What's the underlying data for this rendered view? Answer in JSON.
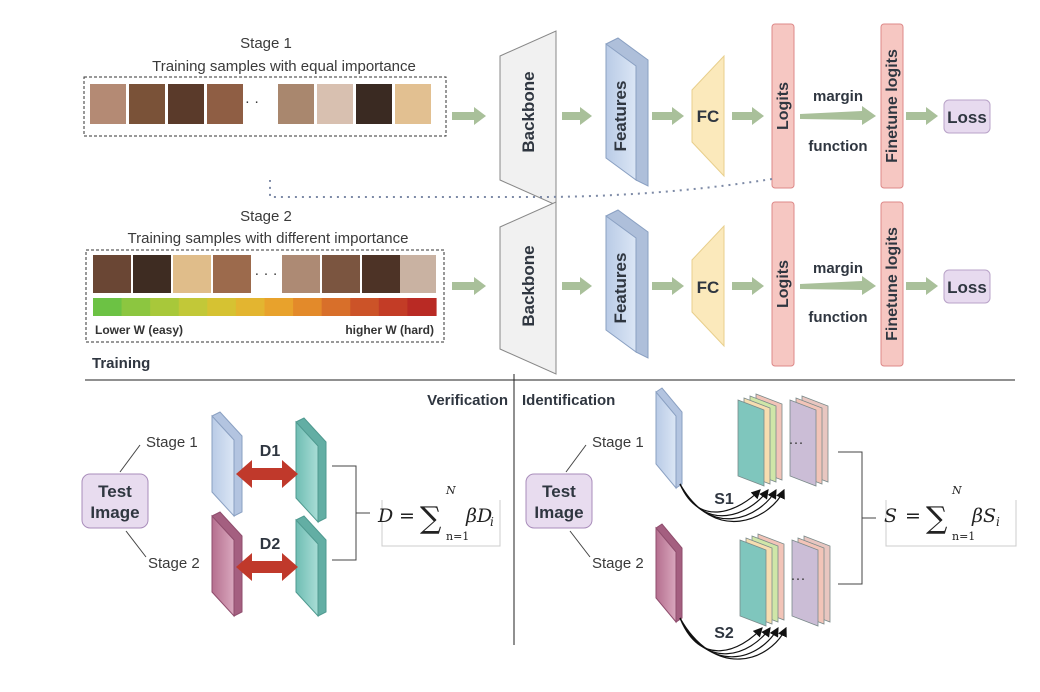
{
  "training": {
    "stage1": {
      "title": "Stage 1",
      "subtitle": "Training samples with equal importance",
      "ellipsis": "· ·"
    },
    "stage2": {
      "title": "Stage 2",
      "subtitle": "Training samples with different importance",
      "ellipsis": "· · ·",
      "scale_low": "Lower W (easy)",
      "scale_high": "higher W (hard)",
      "scale_colors": [
        "#6cc244",
        "#8cc640",
        "#a8c83a",
        "#c2c838",
        "#d6c232",
        "#e3b530",
        "#e8a22c",
        "#e38a2a",
        "#d86f2a",
        "#cc5328",
        "#c33c26",
        "#b92a24"
      ]
    },
    "blocks": {
      "backbone": "Backbone",
      "features": "Features",
      "fc": "FC",
      "logits": "Logits",
      "margin": "margin",
      "function": "function",
      "finetune": "Finetune logits",
      "loss": "Loss"
    },
    "section_label": "Training"
  },
  "verification": {
    "title": "Verification",
    "test_image": [
      "Test",
      "Image"
    ],
    "stage1": "Stage 1",
    "stage2": "Stage 2",
    "d1": "D1",
    "d2": "D2",
    "formula": {
      "lhs": "D",
      "eq": "=",
      "sum": "∑",
      "upper": "N",
      "lower": "n=1",
      "term": "βD",
      "sub": "i"
    }
  },
  "identification": {
    "title": "Identification",
    "test_image": [
      "Test",
      "Image"
    ],
    "stage1": "Stage 1",
    "stage2": "Stage 2",
    "s1": "S1",
    "s2": "S2",
    "ellipsis": "···",
    "formula": {
      "lhs": "S",
      "eq": "=",
      "sum": "∑",
      "upper": "N",
      "lower": "n=1",
      "term": "βS",
      "sub": "i"
    }
  },
  "colors": {
    "arrow": "#9fb88f",
    "backbone": "#f0f0f0",
    "features": "#c9d8ee",
    "fc": "#fbe8b8",
    "logits": "#f5c4c0",
    "loss": "#e6d9ee",
    "teal": "#8fcfc7",
    "pinkmag": "#c98aa6",
    "bidir": "#c0392b"
  }
}
